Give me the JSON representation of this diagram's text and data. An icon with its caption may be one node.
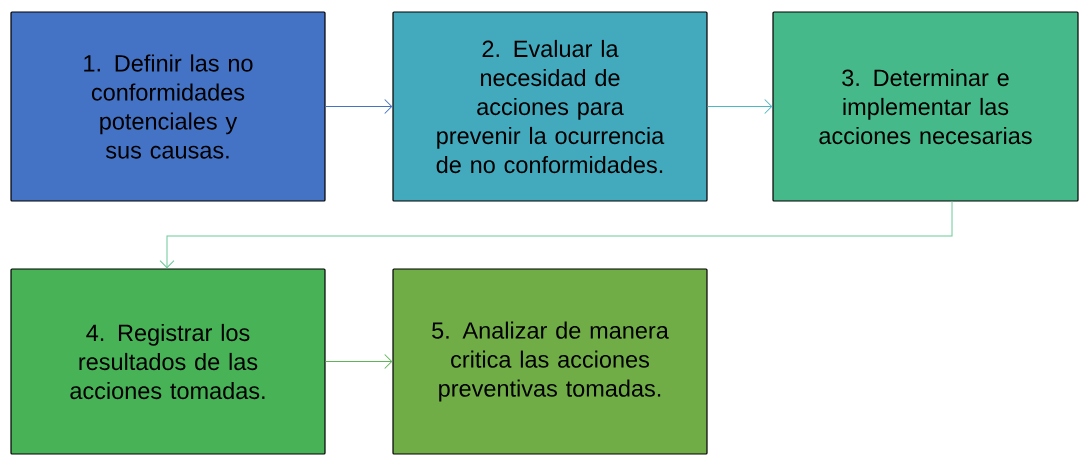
{
  "diagram": {
    "nodes": [
      {
        "text": [
          "1. Definir las no conformidades potenciales y sus causas."
        ]
      },
      {
        "text": [
          "2. Evaluar la necesidad de acciones para prevenir la ocurrencia de no conformidades."
        ]
      },
      {
        "text": [
          "3. Determinar e implementar las acciones necesarias"
        ]
      },
      {
        "text": [
          "4. Registrar los resultados de las acciones tomadas."
        ]
      },
      {
        "text": [
          "5. Analizar de manera critica las acciones preventivas tomadas."
        ]
      }
    ],
    "edges": [
      {
        "from": 0,
        "to": 1,
        "arrow": "to",
        "color": "#4472c4"
      },
      {
        "from": 1,
        "to": 2,
        "arrow": "to",
        "color": "#4bb8c4"
      },
      {
        "from": 2,
        "to": 3,
        "arrow": "to",
        "color": "#6cc99b"
      },
      {
        "from": 3,
        "to": 4,
        "arrow": "to",
        "color": "#5fb458"
      }
    ]
  }
}
